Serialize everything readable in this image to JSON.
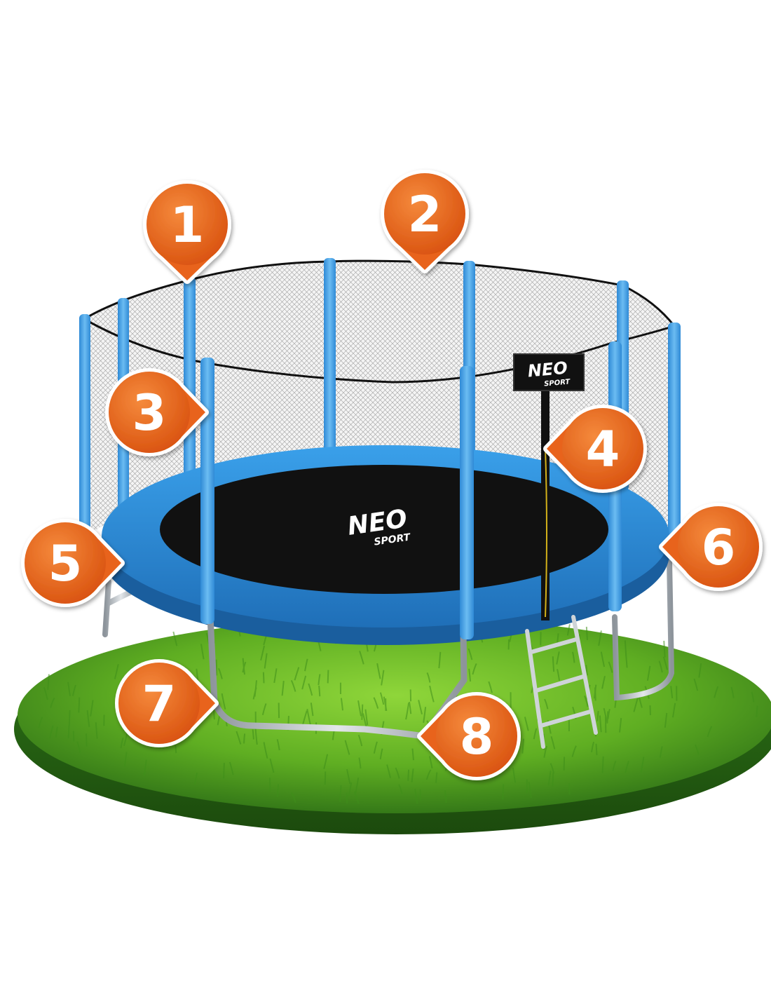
{
  "colors": {
    "marker_fill": "#e8641b",
    "marker_stroke": "#ffffff",
    "pad_blue": "#2d8fd8",
    "pole_blue": "#4aa6e8",
    "mat_black": "#111111",
    "net": "#3a3a3a",
    "frame_steel": "#b9bec4",
    "grass_light": "#6fbf2a",
    "grass_dark": "#2c6e16"
  },
  "brand": {
    "mat_logo_top": "NEO",
    "mat_logo_bottom": "SPORT",
    "sign_logo_top": "NEO",
    "sign_logo_bottom": "SPORT"
  },
  "markers": [
    {
      "id": 1,
      "label": "1",
      "pointer": "down"
    },
    {
      "id": 2,
      "label": "2",
      "pointer": "down"
    },
    {
      "id": 3,
      "label": "3",
      "pointer": "right"
    },
    {
      "id": 4,
      "label": "4",
      "pointer": "left"
    },
    {
      "id": 5,
      "label": "5",
      "pointer": "right"
    },
    {
      "id": 6,
      "label": "6",
      "pointer": "left"
    },
    {
      "id": 7,
      "label": "7",
      "pointer": "right"
    },
    {
      "id": 8,
      "label": "8",
      "pointer": "left"
    }
  ]
}
